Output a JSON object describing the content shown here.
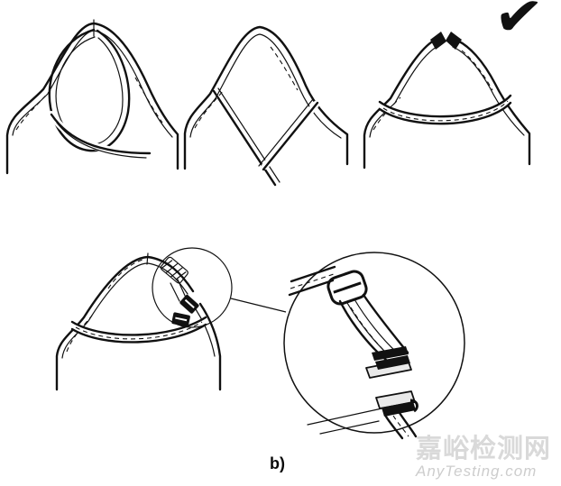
{
  "colors": {
    "ink": "#111111",
    "paper": "#ffffff",
    "wm-cn": "#d9d9d9",
    "wm-en": "#cdcdcd",
    "plate": "#e9e9e9"
  },
  "annotations": {
    "result_mark": "✔",
    "caption": "b)"
  },
  "watermark": {
    "line1": "嘉峪检测网",
    "line2": "AnyTesting.com"
  },
  "icons": {
    "checkmark": "approval check mark",
    "magnifier_circle": "detail callout circle"
  }
}
